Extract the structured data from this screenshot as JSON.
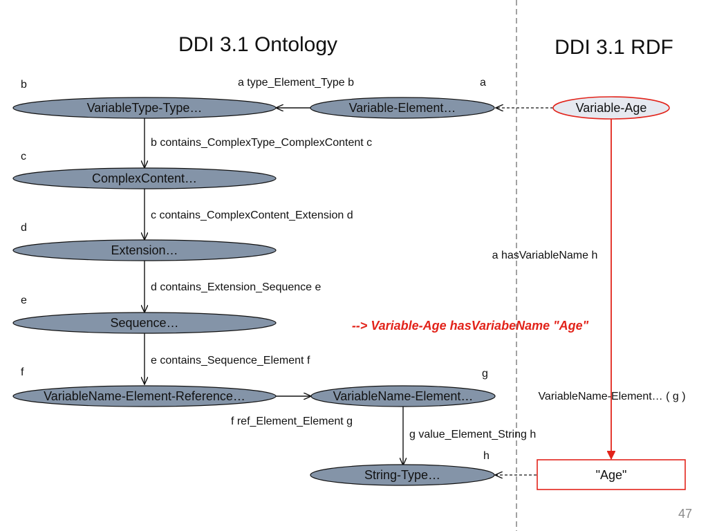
{
  "titles": {
    "ontology": "DDI 3.1 Ontology",
    "rdf": "DDI 3.1 RDF"
  },
  "letters": {
    "b": "b",
    "a": "a",
    "c": "c",
    "d": "d",
    "e": "e",
    "f": "f",
    "g": "g",
    "h": "h"
  },
  "nodes": {
    "variable_type": "VariableType-Type…",
    "variable_element": "Variable-Element…",
    "complex_content": "ComplexContent…",
    "extension": "Extension…",
    "sequence": "Sequence…",
    "variable_name_ref": "VariableName-Element-Reference…",
    "variable_name_element": "VariableName-Element…",
    "string_type": "String-Type…"
  },
  "edges": {
    "type_element_type": "a  type_Element_Type  b",
    "contains_complex_content": "b  contains_ComplexType_ComplexContent  c",
    "contains_extension": "c  contains_ComplexContent_Extension  d",
    "contains_sequence": "d  contains_Extension_Sequence  e",
    "contains_sequence_element": "e  contains_Sequence_Element  f",
    "ref_element_element": "f  ref_Element_Element g",
    "value_element_string": "g  value_Element_String  h",
    "has_variable_name": "a  hasVariableName  h"
  },
  "rdf": {
    "variable_age": "Variable-Age",
    "age_literal": "\"Age\"",
    "variable_name_type_note": "VariableName-Element… ( g )"
  },
  "inferred_triple": "--> Variable-Age  hasVariabeName  \"Age\"",
  "page_number": "47",
  "colors": {
    "node_fill": "#8494a8",
    "rdf_node_fill": "#e6e9f0",
    "highlight": "#e2231a",
    "divider": "#8a8a8a"
  }
}
